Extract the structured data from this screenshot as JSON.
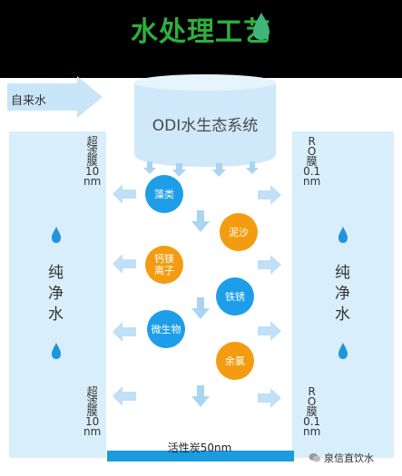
{
  "title": "水处理工艺",
  "source_label": "自来水",
  "system_label": "ODI水生态系统",
  "left_membrane_top": [
    "超",
    "滤",
    "膜",
    "10",
    "nm"
  ],
  "left_membrane_bottom": [
    "超",
    "滤",
    "膜",
    "10",
    "nm"
  ],
  "right_membrane_top": [
    "R",
    "O",
    "膜",
    "0.1",
    "nm"
  ],
  "right_membrane_bottom": [
    "R",
    "O",
    "膜",
    "0.1",
    "nm"
  ],
  "pure_water": [
    "纯",
    "净",
    "水"
  ],
  "carbon_label": "活性炭50nm",
  "contaminants": [
    {
      "label": "藻类",
      "color": "blue"
    },
    {
      "label": "泥沙",
      "color": "orange"
    },
    {
      "label": "钙镁离子",
      "color": "orange"
    },
    {
      "label": "铁锈",
      "color": "blue"
    },
    {
      "label": "微生物",
      "color": "blue"
    },
    {
      "label": "余氯",
      "color": "orange"
    }
  ],
  "watermark": "泉信直饮水",
  "icons": [
    "water-drop-icon",
    "arrow-right-icon",
    "arrow-down-icon",
    "wechat-icon"
  ],
  "colors": {
    "title_green": "#2fae3e",
    "panel_blue": "#d9eefb",
    "arrow_blue": "#bfe0f6",
    "ball_blue": "#1e9ee8",
    "ball_orange": "#f39c12",
    "drop_blue": "#1f95dd",
    "carbon_bar": "#1b9be0",
    "header_black": "#000000"
  }
}
